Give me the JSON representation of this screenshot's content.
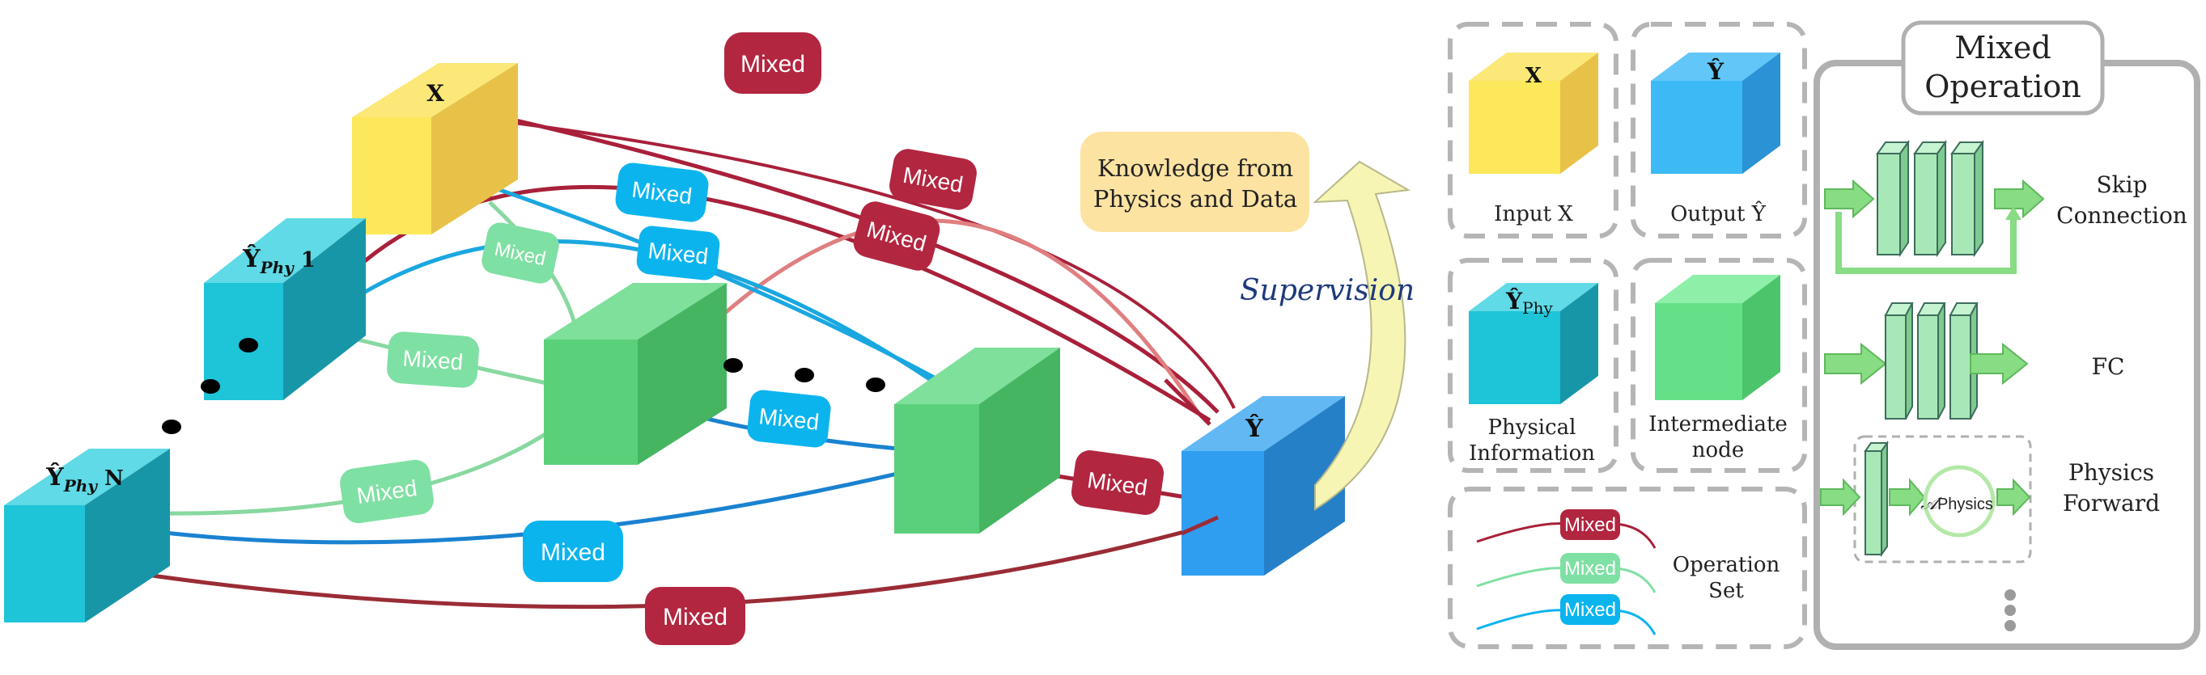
{
  "cubes": {
    "x": "X",
    "yphy1": "Ŷ",
    "yphy1_sub": "Phy",
    "yphy1_suffix": " 1",
    "yphyN": "Ŷ",
    "yphyN_sub": "Phy",
    "yphyN_suffix": " N",
    "yhat": "Ŷ"
  },
  "edge_label": "Mixed",
  "knowledge_box": [
    "Knowledge from",
    "Physics and Data"
  ],
  "supervision": "Supervision",
  "legend": {
    "input_cube_label": "X",
    "output_cube_label": "Ŷ",
    "phy_cube_label": "Ŷ",
    "phy_cube_sub": "Phy",
    "input_caption": "Input X",
    "output_caption": "Output Ŷ",
    "physical_caption": [
      "Physical",
      "Information"
    ],
    "intermediate_caption": [
      "Intermediate",
      "node"
    ],
    "operation_set": [
      "Operation",
      "Set"
    ],
    "op_labels": [
      "Mixed",
      "Mixed",
      "Mixed"
    ]
  },
  "mixed_operation": {
    "title": [
      "Mixed",
      "Operation"
    ],
    "skip": [
      "Skip",
      "Connection"
    ],
    "fc": "FC",
    "physics": [
      "Physics",
      "Forward"
    ],
    "physics_symbol": "𝒜",
    "physics_sub": "Physics"
  },
  "colors": {
    "dark_red": "#b22640",
    "light_green": "#7fe0a3",
    "blue": "#0cb4ee",
    "yellow": "#f5d84a",
    "cyan": "#1ec3d8",
    "green": "#55cc77",
    "out_blue": "#3aa0ee"
  }
}
